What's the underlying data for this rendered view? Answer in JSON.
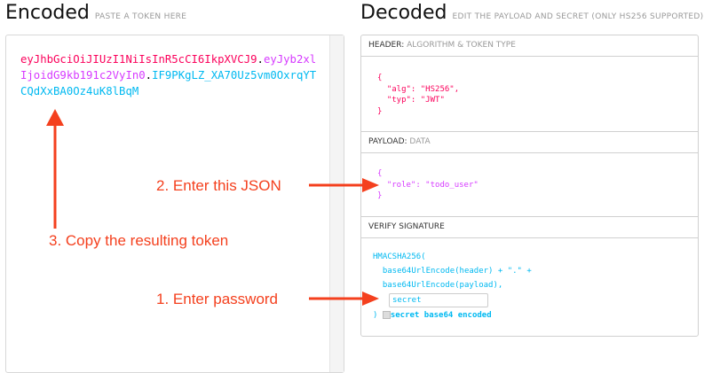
{
  "encoded": {
    "title": "Encoded",
    "subtitle": "PASTE A TOKEN HERE",
    "token_header": "eyJhbGciOiJIUzI1NiIsInR5cCI6IkpXVCJ9",
    "token_payload": "eyJyb2xlIjoidG9kb191c2VyIn0",
    "token_signature": "IF9PKgLZ_XA70Uz5vm0OxrqYTCQdXxBA0Oz4uK8lBqM",
    "dot": "."
  },
  "decoded": {
    "title": "Decoded",
    "subtitle": "EDIT THE PAYLOAD AND SECRET (ONLY HS256 SUPPORTED)",
    "header": {
      "label": "HEADER:",
      "sublabel": "ALGORITHM & TOKEN TYPE",
      "json": "{\n  \"alg\": \"HS256\",\n  \"typ\": \"JWT\"\n}"
    },
    "payload": {
      "label": "PAYLOAD:",
      "sublabel": "DATA",
      "json": "{\n  \"role\": \"todo_user\"\n}"
    },
    "verify": {
      "label": "VERIFY SIGNATURE",
      "code": "HMACSHA256(\n  base64UrlEncode(header) + \".\" +\n  base64UrlEncode(payload),",
      "secret": "secret",
      "close": ")",
      "checkbox_label": "secret base64 encoded"
    }
  },
  "annotations": {
    "step1": "1. Enter password",
    "step2": "2. Enter this JSON",
    "step3": "3. Copy the resulting token",
    "color": "#f4401e"
  },
  "colors": {
    "header": "#fb015b",
    "payload": "#d63aff",
    "signature": "#00b9f1"
  }
}
